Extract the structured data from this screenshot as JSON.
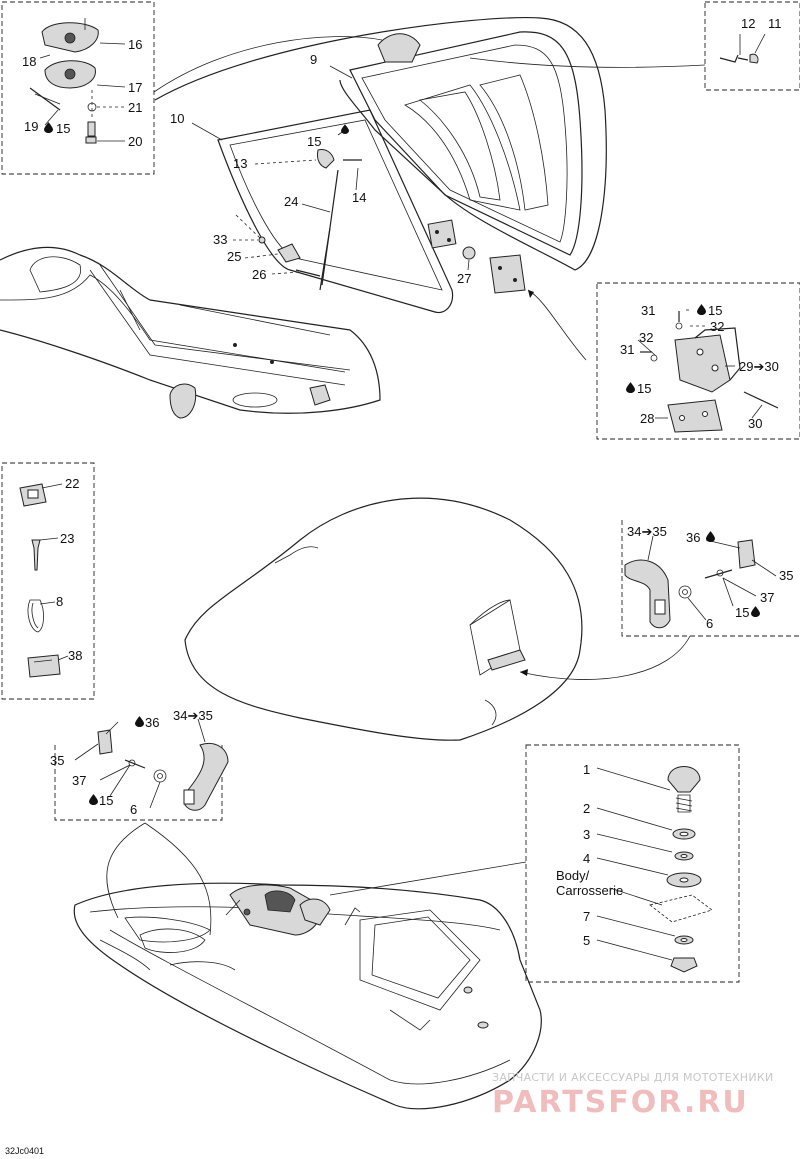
{
  "diagram_code": "32Jc0401",
  "body_label": [
    "Body/",
    "Carrosserie"
  ],
  "watermark": {
    "caption": "ЗАПЧАСТИ И АКСЕССУАРЫ ДЛЯ МОТОТЕХНИКИ",
    "brand": "PARTSFOR.RU"
  },
  "callouts": {
    "c1": "1",
    "c2": "2",
    "c3": "3",
    "c4": "4",
    "c5": "5",
    "c6": "6",
    "c7": "7",
    "c8": "8",
    "c9": "9",
    "c10": "10",
    "c11": "11",
    "c12": "12",
    "c13": "13",
    "c14": "14",
    "c15": "15",
    "c16": "16",
    "c17": "17",
    "c18": "18",
    "c19": "19",
    "c20": "20",
    "c21": "21",
    "c22": "22",
    "c23": "23",
    "c24": "24",
    "c25": "25",
    "c26": "26",
    "c27": "27",
    "c28": "28",
    "c29_30": "29➔30",
    "c30": "30",
    "c31": "31",
    "c32": "32",
    "c33": "33",
    "c34_35": "34➔35",
    "c35": "35",
    "c36": "36",
    "c37": "37",
    "c38": "38"
  }
}
